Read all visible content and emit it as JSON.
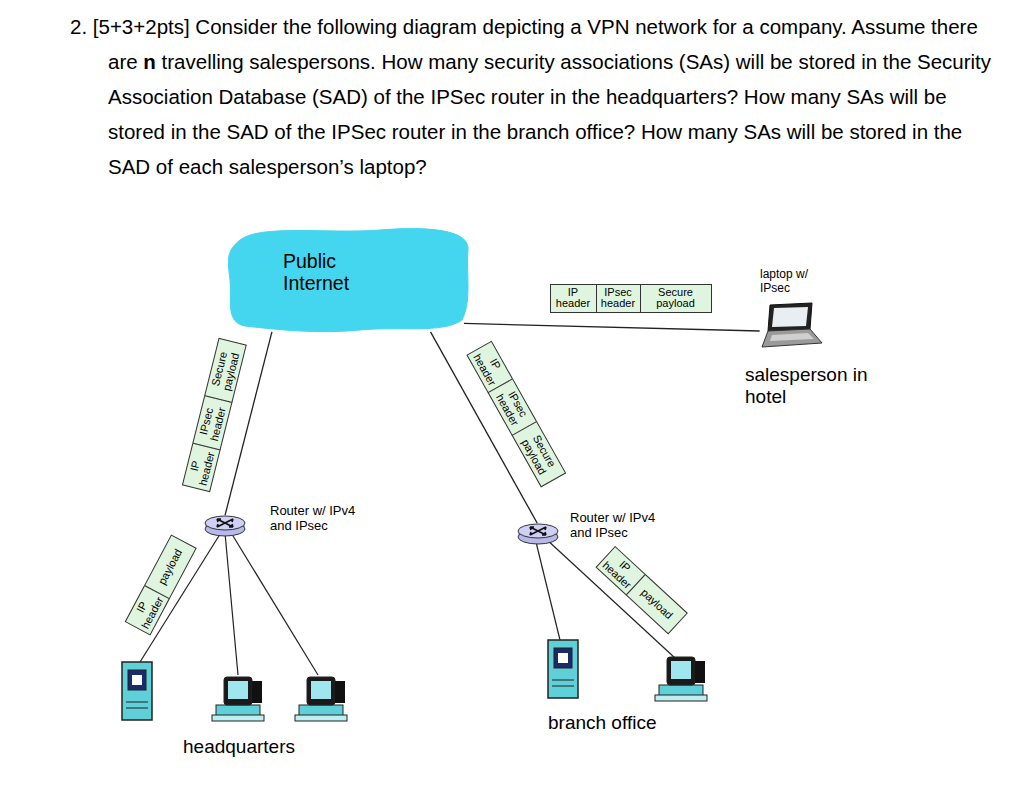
{
  "diagram": {
    "nodes": [
      {
        "text": [
          "Public Internet"
        ]
      },
      {
        "text": [
          "laptop w/ IPsec",
          "salesperson in hotel"
        ]
      },
      {
        "text": [
          "Router w/ IPv4 and IPsec"
        ]
      },
      {
        "text": [
          "Router w/ IPv4 and IPsec"
        ]
      }
    ],
    "edges": [
      {
        "from": 0,
        "to": 1,
        "arrow": "none"
      },
      {
        "from": 0,
        "to": 2,
        "arrow": "none"
      },
      {
        "from": 0,
        "to": 3,
        "arrow": "none"
      }
    ],
    "labels": [
      "2. [5+3+2pts] Consider the following diagram depicting a VPN network for a company. Assume there are",
      "n",
      "travelling salespersons. How many security associations (SAs) will be stored in the Security Association Database (SAD) of the IPSec router in the headquarters? How many SAs will be stored in the SAD of the IPSec router in the branch office? How many SAs will be stored in the SAD of each salesperson’s laptop?",
      "IP header",
      "IPsec header",
      "Secure payload",
      "IP header",
      "IPsec header",
      "Secure payload",
      "IP header",
      "payload",
      "IP header",
      "IPsec header",
      "Secure payload",
      "IP header",
      "payload",
      "headquarters",
      "branch office"
    ]
  }
}
